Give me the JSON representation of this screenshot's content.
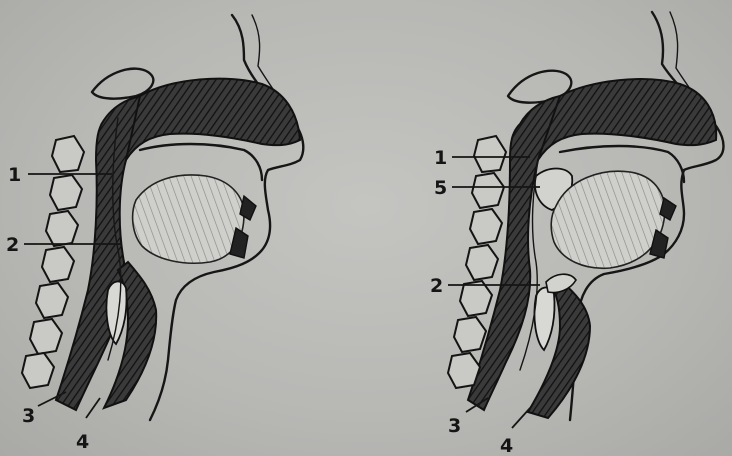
{
  "figure": {
    "left_panel": {
      "labels": [
        {
          "key": "1",
          "text": "1"
        },
        {
          "key": "2",
          "text": "2"
        },
        {
          "key": "3",
          "text": "3"
        },
        {
          "key": "4",
          "text": "4"
        }
      ]
    },
    "right_panel": {
      "labels": [
        {
          "key": "1",
          "text": "1"
        },
        {
          "key": "5",
          "text": "5"
        },
        {
          "key": "2",
          "text": "2"
        },
        {
          "key": "3",
          "text": "3"
        },
        {
          "key": "4",
          "text": "4"
        }
      ]
    },
    "colors": {
      "paper": "#b9b9b6",
      "ink": "#161616",
      "tissue": "#2e2e2e",
      "tissue_light": "#d6d6d2"
    }
  }
}
